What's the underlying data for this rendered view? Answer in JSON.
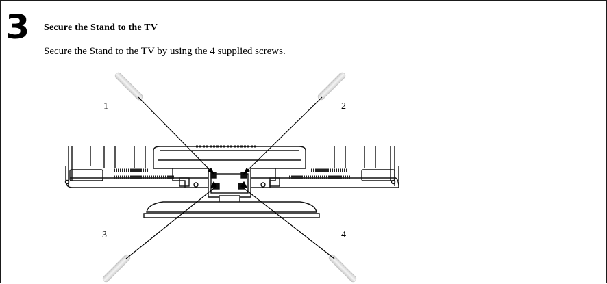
{
  "step": {
    "number": "3",
    "title": "Secure the Stand to the TV",
    "description": "Secure the Stand to the TV by using the 4 supplied screws."
  },
  "diagram": {
    "callouts": [
      "1",
      "2",
      "3",
      "4"
    ],
    "icons": [
      "screw-icon",
      "tv-back-panel",
      "stand-neck",
      "stand-base"
    ]
  }
}
